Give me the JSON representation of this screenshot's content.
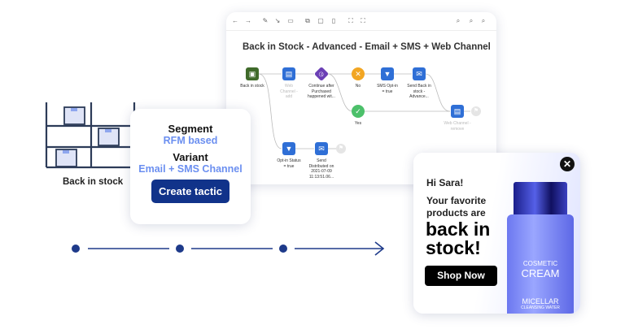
{
  "shelf": {
    "label": "Back in stock"
  },
  "workflow": {
    "title": "Back in Stock - Advanced - Email + SMS + Web Channel",
    "toolbar": [
      "undo-icon",
      "redo-icon",
      "pencil-icon",
      "connector-icon",
      "comment-icon",
      "copy-icon",
      "paste-icon",
      "delete-icon",
      "fit-icon",
      "expand-icon",
      "zoom-fit-icon",
      "zoom-in-icon",
      "zoom-out-icon"
    ],
    "nodes": [
      {
        "label": "Back in stock"
      },
      {
        "label": "Web Channel - add"
      },
      {
        "label": "Continue after Purchased happened wit..."
      },
      {
        "label": "No"
      },
      {
        "label": "SMS Opt-in = true"
      },
      {
        "label": "Send Back in stock - Advance..."
      },
      {
        "label": "Yes"
      },
      {
        "label": "Web Channel - remove"
      },
      {
        "label": "Opt-in Status = true"
      },
      {
        "label": "Send Distributed on 2021-07-09 11:13:51.06..."
      }
    ]
  },
  "tactic_card": {
    "segment_label": "Segment",
    "segment_value": "RFM based",
    "variant_label": "Variant",
    "variant_value": "Email + SMS Channel",
    "button": "Create tactic"
  },
  "popup": {
    "greeting": "Hi Sara!",
    "line1": "Your favorite products are",
    "headline": "back in stock!",
    "button": "Shop Now",
    "product_text1": "COSMETIC",
    "product_text2": "CREAM",
    "product_text3": "MICELLAR",
    "product_text4": "CLEANSING WATER"
  },
  "colors": {
    "primary": "#11338a",
    "accent": "#6b8ff0",
    "node": "#2f6fd6",
    "yes": "#4cc06a",
    "no": "#f2a623",
    "decision": "#6b3fb5",
    "start": "#3f6a2a"
  }
}
